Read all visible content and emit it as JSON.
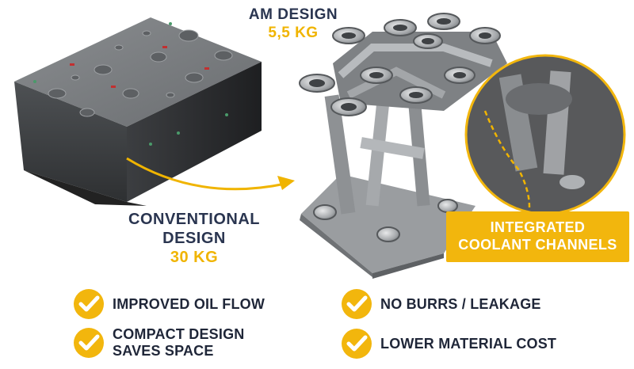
{
  "am": {
    "title": "AM DESIGN",
    "weight": "5,5 KG"
  },
  "conventional": {
    "title_line1": "CONVENTIONAL",
    "title_line2": "DESIGN",
    "weight": "30 KG"
  },
  "callout": {
    "line1": "INTEGRATED",
    "line2": "COOLANT CHANNELS"
  },
  "benefits": [
    {
      "line1": "IMPROVED OIL FLOW"
    },
    {
      "line1": "COMPACT DESIGN",
      "line2": "SAVES SPACE"
    },
    {
      "line1": "NO BURRS / LEAKAGE"
    },
    {
      "line1": "LOWER MATERIAL COST"
    }
  ],
  "colors": {
    "accent": "#f2b60d",
    "navy": "#2a3550",
    "block": "#6b6e71"
  }
}
